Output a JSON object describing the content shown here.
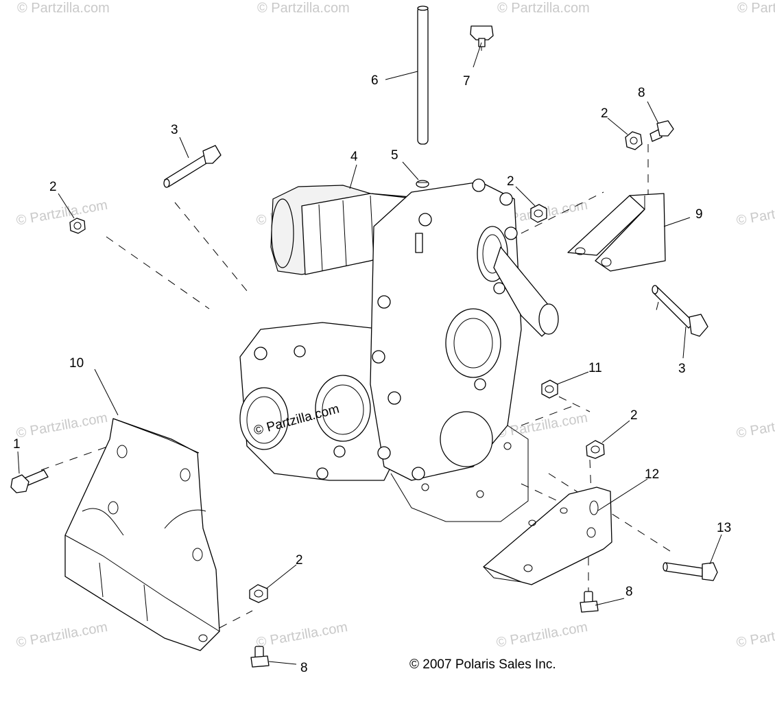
{
  "copyright": "© 2007 Polaris Sales Inc.",
  "watermark": "© Partzilla.com",
  "watermark_center": "© Partzilla.com",
  "callouts": {
    "c1": "1",
    "c2a": "2",
    "c2b": "2",
    "c2c": "2",
    "c2d": "2",
    "c2e": "2",
    "c3a": "3",
    "c3b": "3",
    "c4": "4",
    "c5": "5",
    "c6": "6",
    "c7": "7",
    "c8a": "8",
    "c8b": "8",
    "c8c": "8",
    "c9": "9",
    "c10": "10",
    "c11": "11",
    "c12": "12",
    "c13": "13"
  }
}
